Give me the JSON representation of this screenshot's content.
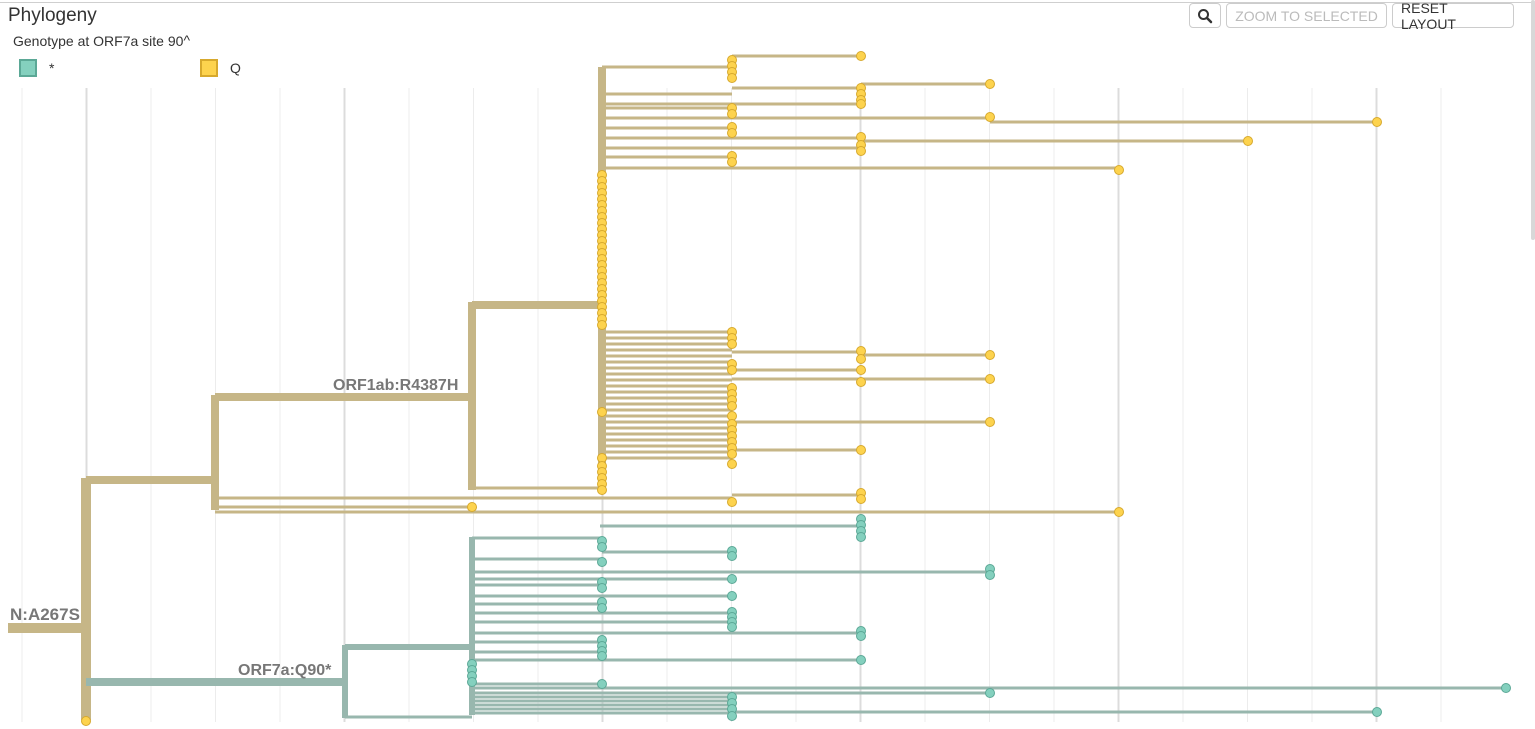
{
  "panel": {
    "title": "Phylogeny"
  },
  "legend": {
    "title": "Genotype at ORF7a site 90",
    "items": [
      {
        "label": "*",
        "color": "#84d0be",
        "border": "#5ba896"
      },
      {
        "label": "Q",
        "color": "#fdd34e",
        "border": "#d7a92d"
      }
    ]
  },
  "toolbar": {
    "zoom_icon": "magnifier-icon",
    "zoom_selected_label": "ZOOM TO SELECTED",
    "reset_layout_label": "RESET LAYOUT"
  },
  "branch_labels": {
    "root": "N:A267S",
    "upper": "ORF1ab:R4387H",
    "lower": "ORF7a:Q90*"
  },
  "colors": {
    "clade_q_branch": "#c6b687",
    "clade_star_branch": "#98b7ae",
    "tip_q": "#fdd34e",
    "tip_star": "#84d0be",
    "grid": "#ececec",
    "grid_major": "#dcdcdc"
  }
}
